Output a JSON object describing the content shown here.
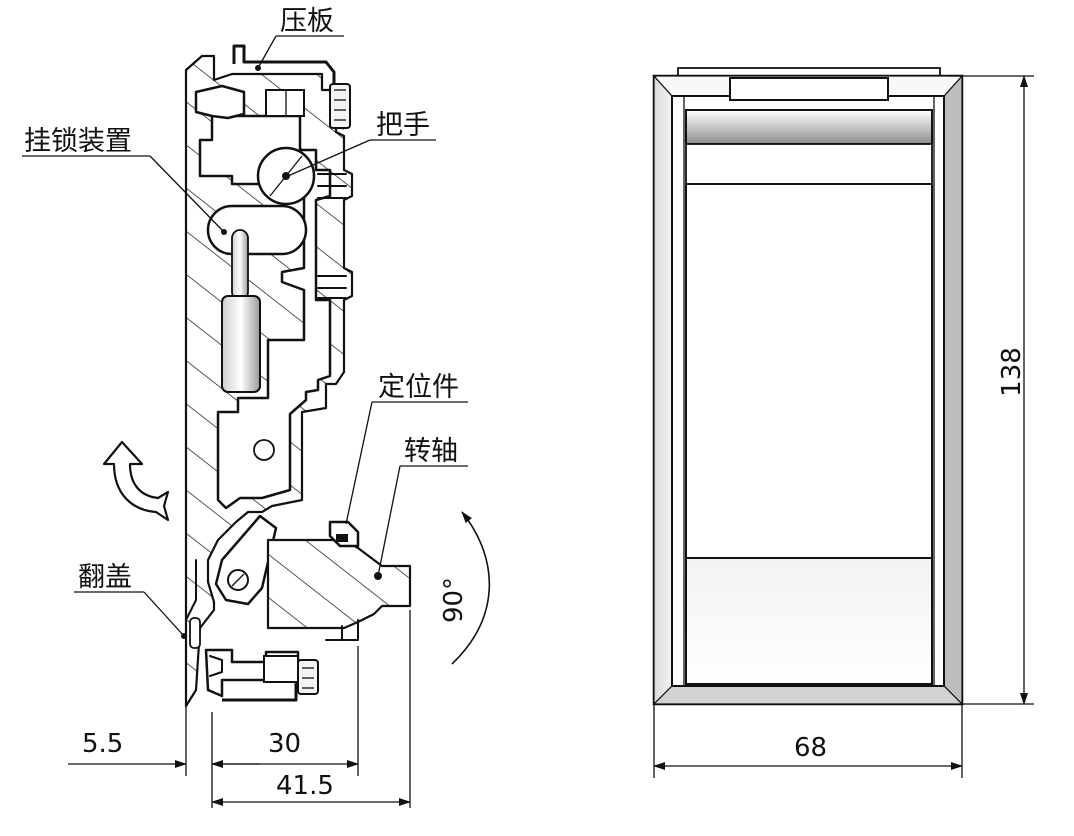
{
  "labels": {
    "pressure_plate": "压板",
    "handle": "把手",
    "padlock_device": "挂锁装置",
    "locator": "定位件",
    "shaft": "转轴",
    "flip_cover": "翻盖"
  },
  "dimensions": {
    "side_flip": "5.5",
    "side_depth_a": "30",
    "side_depth_b": "41.5",
    "rotation": "90°",
    "front_height": "138",
    "front_width": "68"
  }
}
